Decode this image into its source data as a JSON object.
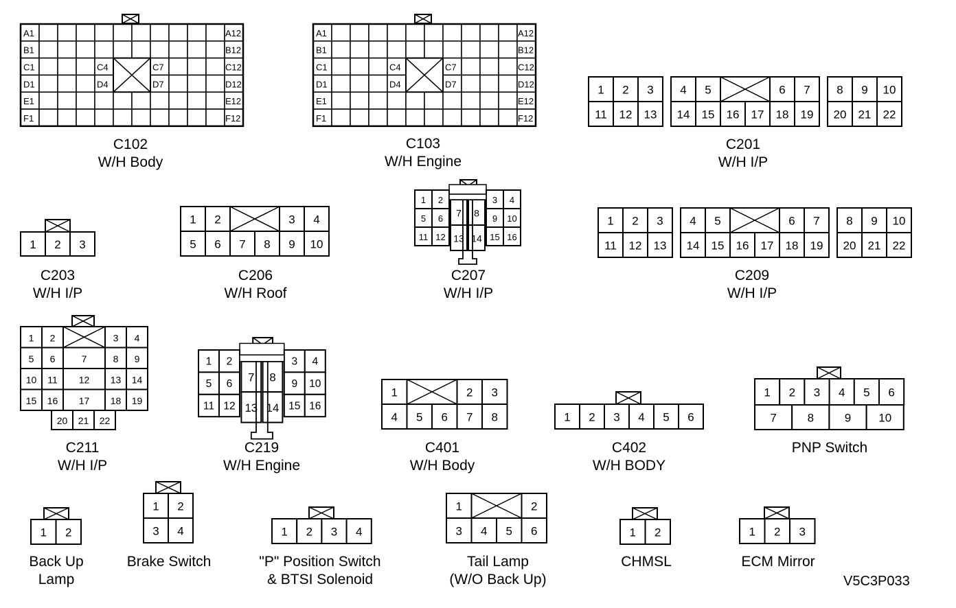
{
  "figure_id": "V5C3P033",
  "connectors": [
    {
      "id": "c102",
      "name": "C102",
      "desc": "W/H Body",
      "left_rows": [
        "A1",
        "B1",
        "C1",
        "D1",
        "E1",
        "F1"
      ],
      "right_rows": [
        "A12",
        "B12",
        "C12",
        "D12",
        "E12",
        "F12"
      ],
      "inner": [
        "C4",
        "D4",
        "C7",
        "D7"
      ]
    },
    {
      "id": "c103",
      "name": "C103",
      "desc": "W/H Engine",
      "left_rows": [
        "A1",
        "B1",
        "C1",
        "D1",
        "E1",
        "F1"
      ],
      "right_rows": [
        "A12",
        "B12",
        "C12",
        "D12",
        "E12",
        "F12"
      ],
      "inner": [
        "C4",
        "D4",
        "C7",
        "D7"
      ]
    },
    {
      "id": "c201",
      "name": "C201",
      "desc": "W/H I/P"
    },
    {
      "id": "c203",
      "name": "C203",
      "desc": "W/H I/P"
    },
    {
      "id": "c206",
      "name": "C206",
      "desc": "W/H Roof"
    },
    {
      "id": "c207",
      "name": "C207",
      "desc": "W/H I/P"
    },
    {
      "id": "c209",
      "name": "C209",
      "desc": "W/H I/P"
    },
    {
      "id": "c211",
      "name": "C211",
      "desc": "W/H I/P"
    },
    {
      "id": "c219",
      "name": "C219",
      "desc": "W/H Engine"
    },
    {
      "id": "c401",
      "name": "C401",
      "desc": "W/H Body"
    },
    {
      "id": "c402",
      "name": "C402",
      "desc": "W/H BODY"
    },
    {
      "id": "pnp",
      "name": "PNP Switch",
      "desc": ""
    },
    {
      "id": "backup",
      "name": "Back Up",
      "desc": "Lamp"
    },
    {
      "id": "brake",
      "name": "Brake Switch",
      "desc": ""
    },
    {
      "id": "pswitch",
      "name": "\"P\" Position Switch",
      "desc": "& BTSI Solenoid"
    },
    {
      "id": "tail",
      "name": "Tail Lamp",
      "desc": "(W/O Back Up)"
    },
    {
      "id": "chmsl",
      "name": "CHMSL",
      "desc": ""
    },
    {
      "id": "ecm",
      "name": "ECM Mirror",
      "desc": ""
    }
  ]
}
